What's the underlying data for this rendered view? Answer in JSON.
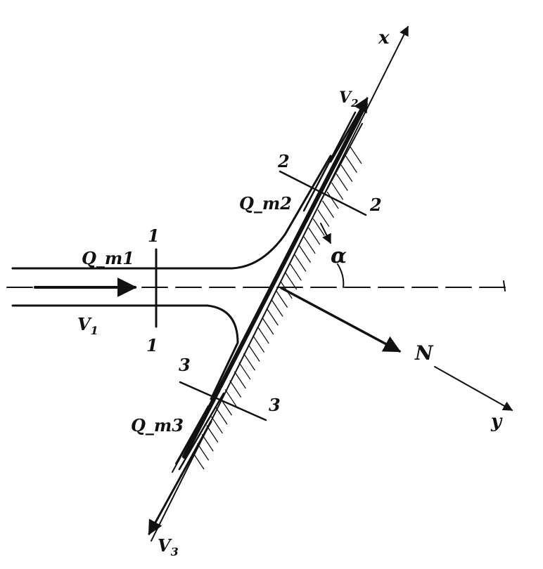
{
  "labels": {
    "x_axis": "x",
    "y_axis": "y",
    "normal_force": "N",
    "angle": "α",
    "inlet_flow": "Q_m1",
    "branch_flow_up": "Q_m2",
    "branch_flow_down": "Q_m3",
    "inlet_velocity": "V",
    "inlet_velocity_sub": "1",
    "up_velocity": "V",
    "up_velocity_sub": "2",
    "down_velocity": "V",
    "down_velocity_sub": "3",
    "section_1": "1",
    "section_2": "2",
    "section_3": "3"
  },
  "colors": {
    "ink": "#111111",
    "background": "#ffffff"
  }
}
